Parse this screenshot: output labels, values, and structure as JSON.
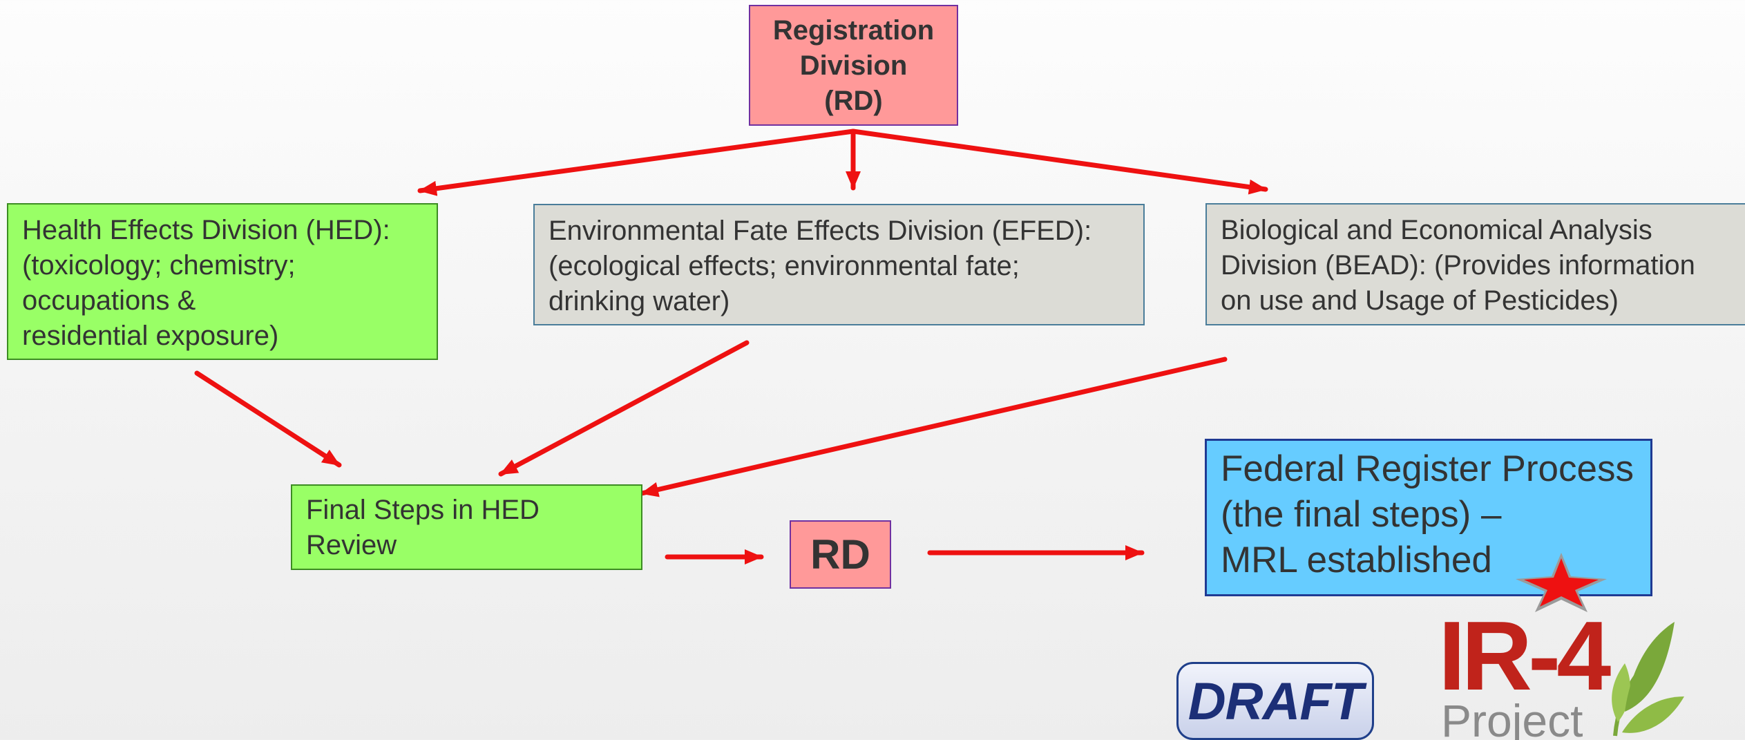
{
  "diagram": {
    "registration_division": "Registration\nDivision\n(RD)",
    "hed": "Health Effects Division (HED):\n(toxicology; chemistry;\noccupations &\nresidential exposure)",
    "efed": "Environmental Fate Effects Division (EFED):\n(ecological effects; environmental fate;\ndrinking water)",
    "bead": "Biological and Economical Analysis\nDivision (BEAD): (Provides information\non use and Usage of Pesticides)",
    "final_steps": "Final Steps in HED\nReview",
    "rd": "RD",
    "federal_register": "Federal Register Process\n(the final steps) –\nMRL established"
  },
  "badge": {
    "draft": "DRAFT"
  },
  "logo": {
    "name": "IR-4",
    "subtitle": "Project",
    "icon": "leaf-icon"
  },
  "colors": {
    "arrow": "#ee1111",
    "pink_box": "#ff9999",
    "green_box": "#99ff66",
    "gray_box": "#dcdcd6",
    "blue_box": "#66ccff",
    "logo_red": "#c0231b",
    "logo_gray": "#8a8a8a",
    "leaf_green": "#7aa83a"
  }
}
